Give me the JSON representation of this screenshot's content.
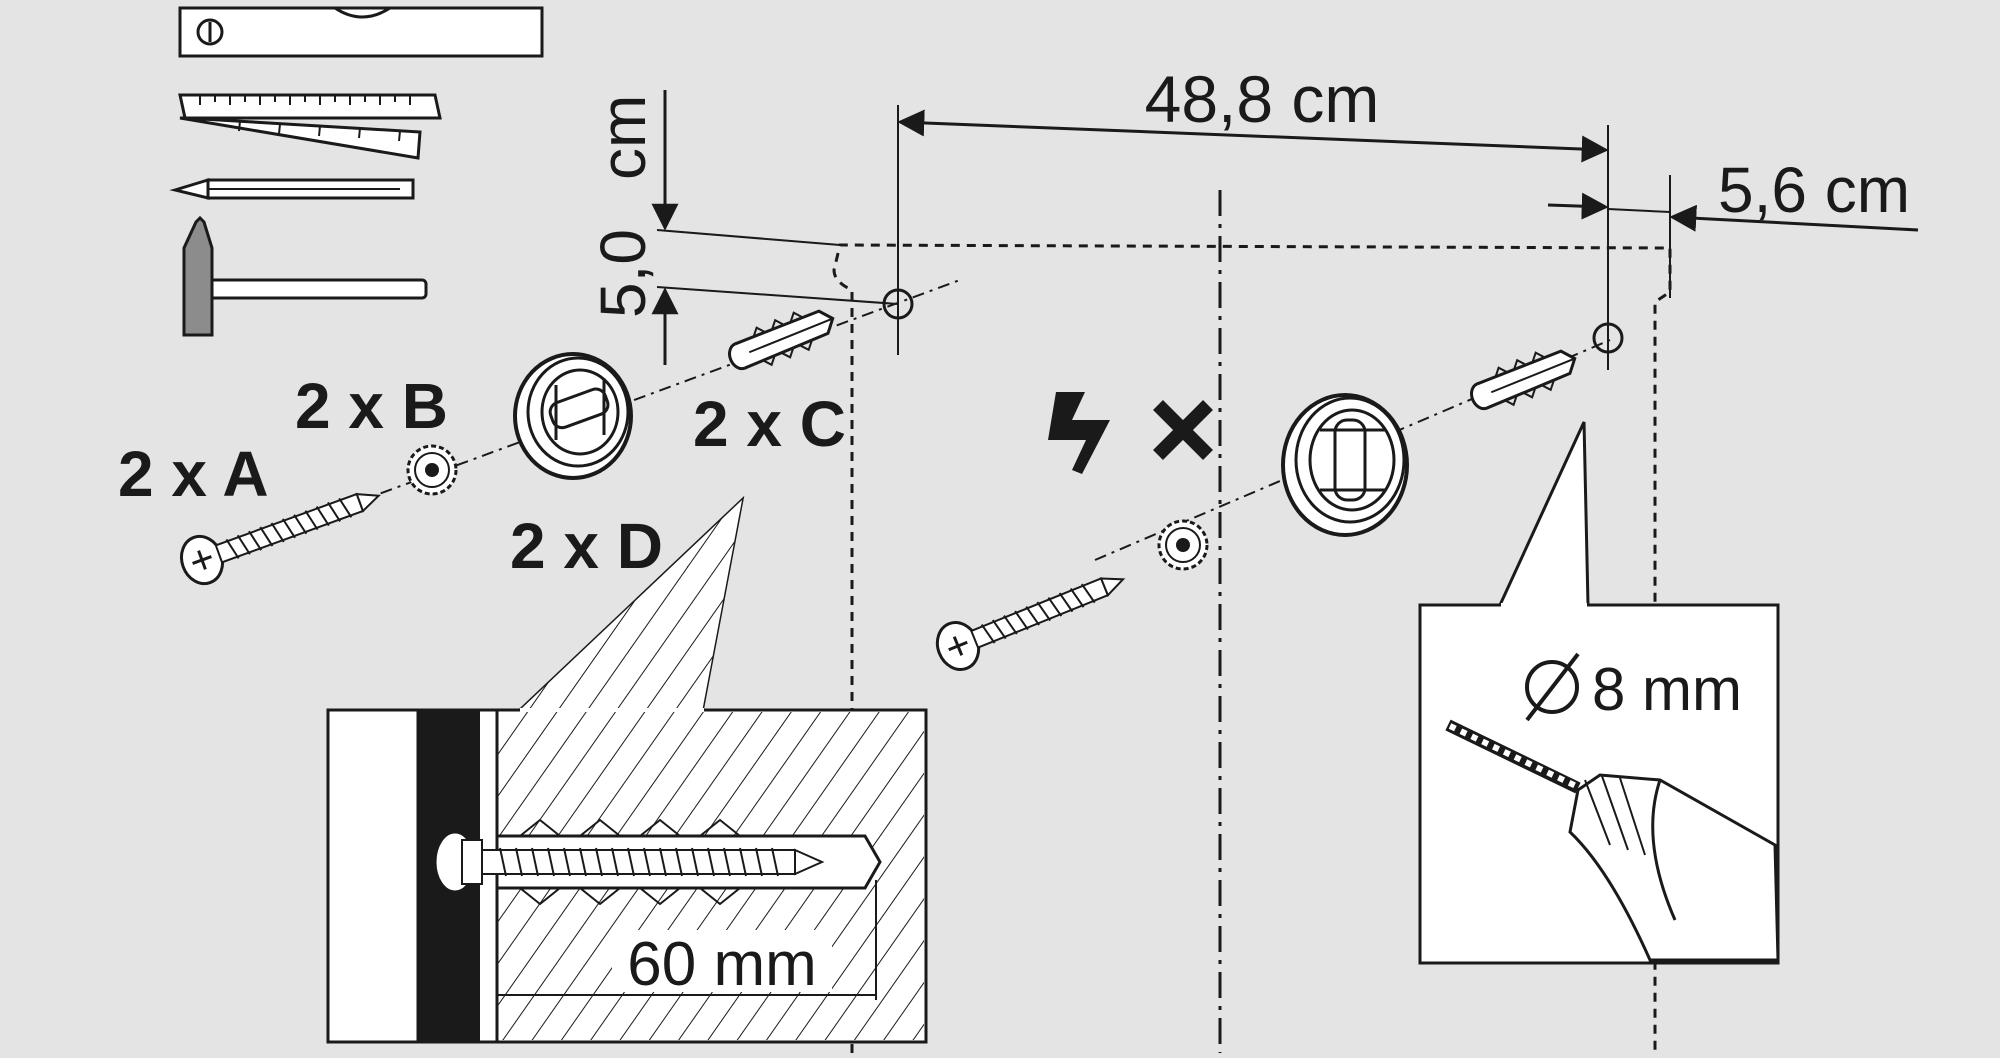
{
  "colors": {
    "background": "#e4e4e4",
    "ink": "#1a1a1a",
    "panel": "#ffffff",
    "hammer_head": "#8c8c8c"
  },
  "tools": {
    "level_icon": "spirit-level-icon",
    "ruler_icon": "folding-ruler-icon",
    "pencil_icon": "pencil-icon",
    "hammer_icon": "hammer-icon"
  },
  "parts": {
    "screw": "2 x A",
    "washer": "2 x B",
    "plug": "2 x C",
    "hanger": "2 x D"
  },
  "dimensions": {
    "hole_spacing": "48,8 cm",
    "side_offset": "5,6 cm",
    "top_offset_value": "5,0",
    "top_offset_unit": "cm",
    "screw_depth": "60 mm",
    "drill_diameter": "8 mm"
  },
  "warnings": {
    "no_electric_icon": "lightning-icon",
    "forbidden_icon": "cross-icon"
  }
}
